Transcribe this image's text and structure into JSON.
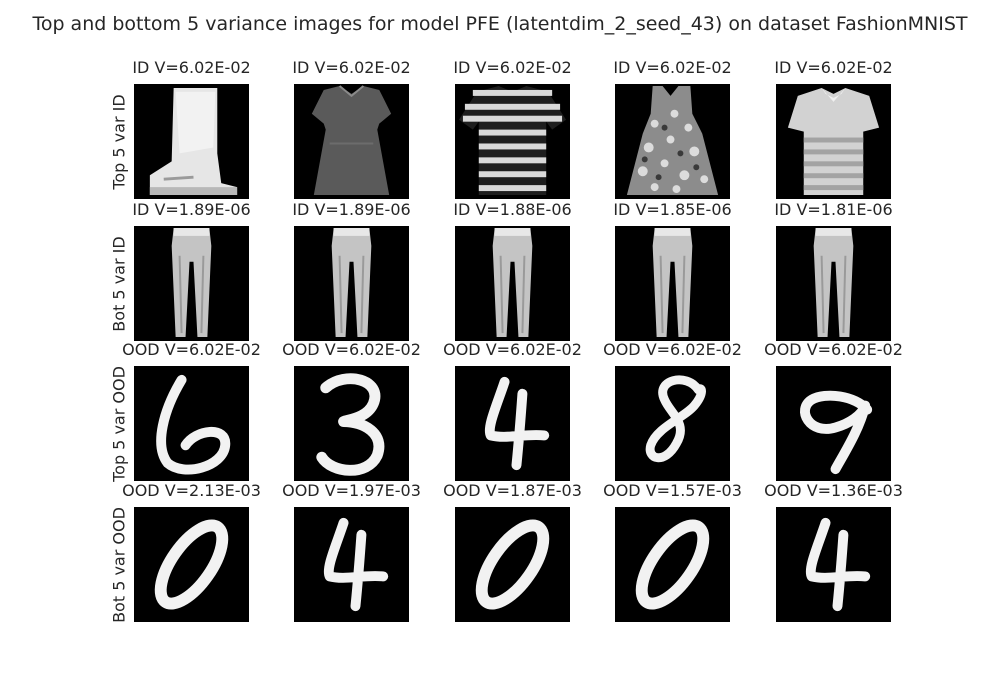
{
  "figure": {
    "title": "Top and bottom 5 variance images for model PFE (latentdim_2_seed_43) on dataset FashionMNIST"
  },
  "rows": [
    {
      "label": "Top 5 var ID",
      "cells": [
        {
          "title": "ID V=6.02E-02",
          "image": "ankle-boot"
        },
        {
          "title": "ID V=6.02E-02",
          "image": "dress"
        },
        {
          "title": "ID V=6.02E-02",
          "image": "striped-tshirt"
        },
        {
          "title": "ID V=6.02E-02",
          "image": "patterned-dress"
        },
        {
          "title": "ID V=6.02E-02",
          "image": "striped-shirt"
        }
      ]
    },
    {
      "label": "Bot 5 var ID",
      "cells": [
        {
          "title": "ID V=1.89E-06",
          "image": "trousers"
        },
        {
          "title": "ID V=1.89E-06",
          "image": "trousers"
        },
        {
          "title": "ID V=1.88E-06",
          "image": "trousers"
        },
        {
          "title": "ID V=1.85E-06",
          "image": "trousers"
        },
        {
          "title": "ID V=1.81E-06",
          "image": "trousers"
        }
      ]
    },
    {
      "label": "Top 5 var OOD",
      "cells": [
        {
          "title": "OOD V=6.02E-02",
          "image": "digit-6"
        },
        {
          "title": "OOD V=6.02E-02",
          "image": "digit-3"
        },
        {
          "title": "OOD V=6.02E-02",
          "image": "digit-4"
        },
        {
          "title": "OOD V=6.02E-02",
          "image": "digit-8"
        },
        {
          "title": "OOD V=6.02E-02",
          "image": "digit-9"
        }
      ]
    },
    {
      "label": "Bot 5 var OOD",
      "cells": [
        {
          "title": "OOD V=2.13E-03",
          "image": "digit-0"
        },
        {
          "title": "OOD V=1.97E-03",
          "image": "digit-4"
        },
        {
          "title": "OOD V=1.87E-03",
          "image": "digit-0"
        },
        {
          "title": "OOD V=1.57E-03",
          "image": "digit-0"
        },
        {
          "title": "OOD V=1.36E-03",
          "image": "digit-4"
        }
      ]
    }
  ]
}
